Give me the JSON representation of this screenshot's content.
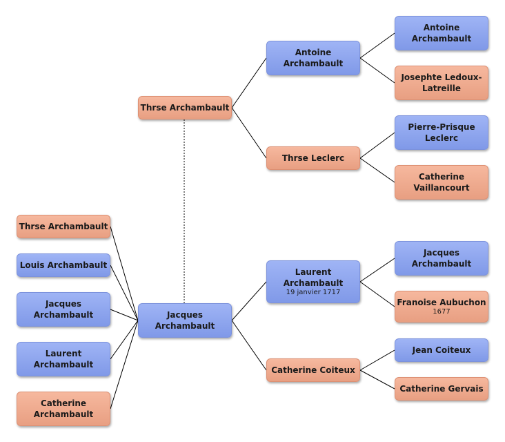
{
  "colors": {
    "male": "#8fa6ef",
    "female": "#eeaa8e",
    "line": "#000000"
  },
  "root": {
    "name": "Jacques Archambault",
    "name_l1": "Jacques",
    "name_l2": "Archambault",
    "gender": "male"
  },
  "spouse": {
    "name": "Thrse Archambault",
    "gender": "female"
  },
  "children": [
    {
      "name": "Thrse Archambault",
      "l1": "Thrse Archambault",
      "l2": "",
      "gender": "female"
    },
    {
      "name": "Louis Archambault",
      "l1": "Louis Archambault",
      "l2": "",
      "gender": "male"
    },
    {
      "name": "Jacques Archambault",
      "l1": "Jacques",
      "l2": "Archambault",
      "gender": "male"
    },
    {
      "name": "Laurent Archambault",
      "l1": "Laurent",
      "l2": "Archambault",
      "gender": "male"
    },
    {
      "name": "Catherine Archambault",
      "l1": "Catherine",
      "l2": "Archambault",
      "gender": "female"
    }
  ],
  "spouse_parents": {
    "father": {
      "l1": "Antoine",
      "l2": "Archambault",
      "gender": "male"
    },
    "mother": {
      "l1": "Thrse Leclerc",
      "l2": "",
      "gender": "female"
    }
  },
  "spouse_grandparents": [
    {
      "l1": "Antoine",
      "l2": "Archambault",
      "gender": "male"
    },
    {
      "l1": "Josephte Ledoux-",
      "l2": "Latreille",
      "gender": "female"
    },
    {
      "l1": "Pierre-Prisque",
      "l2": "Leclerc",
      "gender": "male"
    },
    {
      "l1": "Catherine",
      "l2": "Vaillancourt",
      "gender": "female"
    }
  ],
  "root_parents": {
    "father": {
      "l1": "Laurent",
      "l2": "Archambault",
      "date": "19 janvier 1717",
      "gender": "male"
    },
    "mother": {
      "l1": "Catherine Coiteux",
      "l2": "",
      "gender": "female"
    }
  },
  "root_grandparents": [
    {
      "l1": "Jacques",
      "l2": "Archambault",
      "gender": "male"
    },
    {
      "l1": "Franoise Aubuchon",
      "l2": "",
      "date": "1677",
      "gender": "female"
    },
    {
      "l1": "Jean Coiteux",
      "l2": "",
      "gender": "male"
    },
    {
      "l1": "Catherine Gervais",
      "l2": "",
      "gender": "female"
    }
  ]
}
